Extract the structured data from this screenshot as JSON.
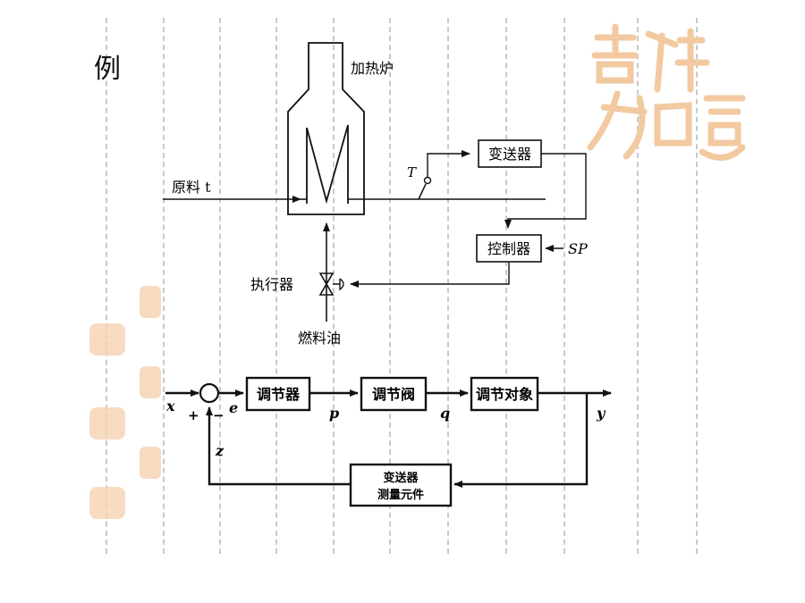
{
  "example_label": "例",
  "process": {
    "furnace_label": "加热炉",
    "feed_label": "原料 t",
    "temperature_label": "T",
    "transmitter_label": "变送器",
    "controller_label": "控制器",
    "setpoint_label": "SP",
    "actuator_label": "执行器",
    "fuel_label": "燃料油"
  },
  "block_diagram": {
    "regulator_label": "调节器",
    "valve_label": "调节阀",
    "plant_label": "调节对象",
    "feedback_line1": "变送器",
    "feedback_line2": "测量元件",
    "input_x": "x",
    "error_e": "e",
    "signal_p": "p",
    "signal_q": "q",
    "output_y": "y",
    "feedback_z": "z",
    "plus_sign": "+",
    "minus_sign": "−"
  },
  "decoration": {
    "seal_text": "吉祥如意",
    "seal_color": "#f2c9a0"
  },
  "colors": {
    "line": "#111111",
    "grid": "#c9c9c9"
  }
}
